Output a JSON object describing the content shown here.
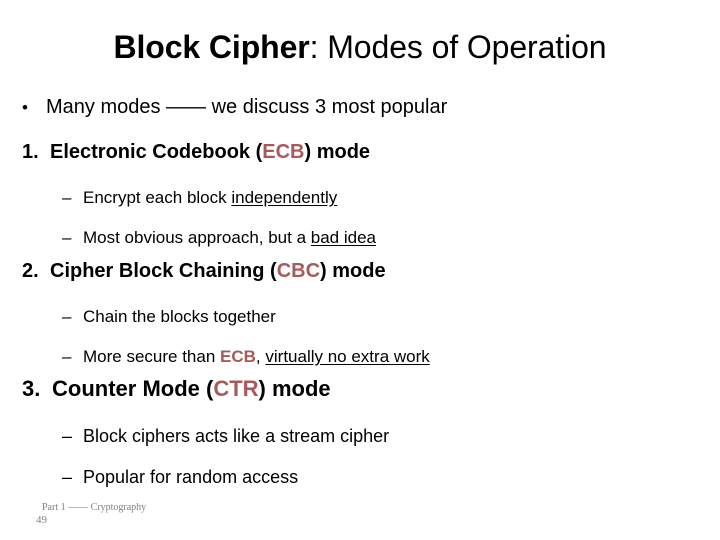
{
  "slide": {
    "title": {
      "strong": "Block Cipher",
      "rest": ": Modes of Operation"
    },
    "lead_bullet": {
      "marker": "•",
      "text": "Many modes —— we discuss 3 most popular"
    },
    "items": [
      {
        "number": "1.",
        "head_before": "Electronic Codebook (",
        "head_accent": "ECB",
        "head_after": ") mode",
        "subs": [
          {
            "marker": "–",
            "plain": "Encrypt each block ",
            "underlined": "independently",
            "tail": ""
          },
          {
            "marker": "–",
            "plain": "Most obvious approach, but a ",
            "underlined": "bad idea",
            "tail": ""
          }
        ]
      },
      {
        "number": "2.",
        "head_before": "Cipher Block Chaining (",
        "head_accent": "CBC",
        "head_after": ") mode",
        "subs": [
          {
            "marker": "–",
            "plain": "Chain the blocks together",
            "underlined": "",
            "tail": ""
          },
          {
            "marker": "–",
            "plain": "More secure than ",
            "accent": "ECB",
            "mid": ", ",
            "underlined": "virtually no extra work",
            "tail": ""
          }
        ]
      },
      {
        "number": "3.",
        "head_before": "Counter Mode (",
        "head_accent": "CTR",
        "head_after": ") mode",
        "subs": [
          {
            "marker": "–",
            "plain": "Block ciphers acts like a stream cipher",
            "underlined": "",
            "tail": ""
          },
          {
            "marker": "–",
            "plain": "Popular for random access",
            "underlined": "",
            "tail": ""
          }
        ]
      }
    ],
    "footer": {
      "text": "Part 1 —— Cryptography",
      "page": "49"
    },
    "colors": {
      "accent_red": "#a85a5a",
      "footer_gray": "#808080",
      "text": "#000000",
      "background": "#ffffff"
    }
  }
}
